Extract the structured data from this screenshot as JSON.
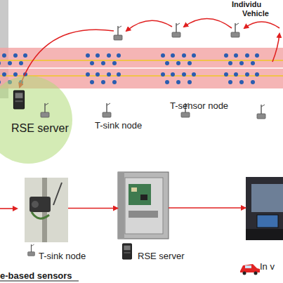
{
  "diagram": {
    "nodes": [
      {
        "text": [
          "RSE server"
        ]
      },
      {
        "text": [
          "T-sink node"
        ]
      },
      {
        "text": [
          "RSE server"
        ]
      },
      {
        "text": [
          "In v"
        ]
      }
    ],
    "edges": [
      {
        "from": 1,
        "to": 2,
        "arrow": "to"
      },
      {
        "from": 2,
        "to": 3,
        "arrow": "to"
      }
    ],
    "labels": [
      "Individu",
      "Vehicle",
      "T-sink node",
      "T-sensor node",
      "e-based sensors"
    ]
  }
}
